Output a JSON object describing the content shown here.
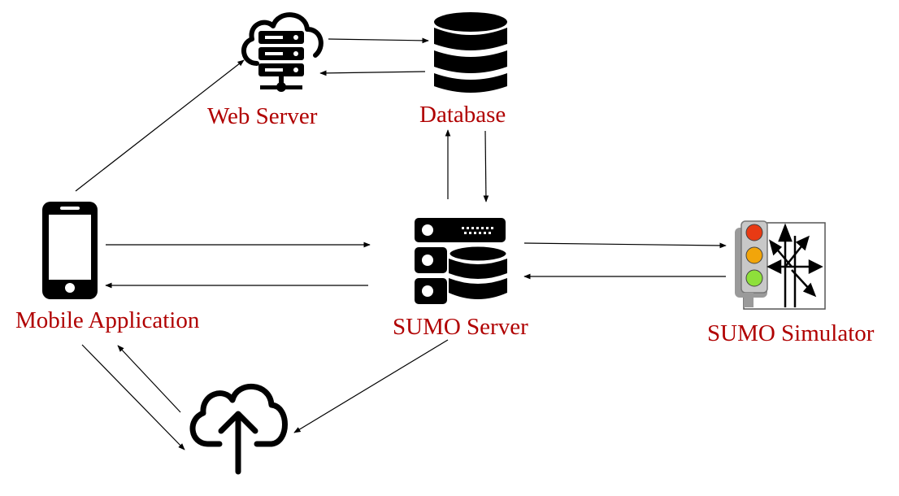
{
  "diagram": {
    "nodes": [
      {
        "id": "web_server",
        "label": "Web Server",
        "icon": "cloud-server-icon"
      },
      {
        "id": "database",
        "label": "Database",
        "icon": "database-icon"
      },
      {
        "id": "mobile_app",
        "label": "Mobile Application",
        "icon": "smartphone-icon"
      },
      {
        "id": "sumo_server",
        "label": "SUMO Server",
        "icon": "server-database-icon"
      },
      {
        "id": "sumo_simulator",
        "label": "SUMO Simulator",
        "icon": "traffic-light-icon"
      },
      {
        "id": "cloud_upload",
        "label": "",
        "icon": "cloud-upload-icon"
      }
    ],
    "edges": [
      {
        "from": "web_server",
        "to": "database"
      },
      {
        "from": "database",
        "to": "web_server"
      },
      {
        "from": "mobile_app",
        "to": "web_server"
      },
      {
        "from": "sumo_server",
        "to": "database"
      },
      {
        "from": "database",
        "to": "sumo_server"
      },
      {
        "from": "mobile_app",
        "to": "sumo_server"
      },
      {
        "from": "sumo_server",
        "to": "mobile_app"
      },
      {
        "from": "sumo_server",
        "to": "sumo_simulator"
      },
      {
        "from": "sumo_simulator",
        "to": "sumo_server"
      },
      {
        "from": "mobile_app",
        "to": "cloud_upload"
      },
      {
        "from": "cloud_upload",
        "to": "mobile_app"
      },
      {
        "from": "sumo_server",
        "to": "cloud_upload"
      }
    ],
    "label_color": "#b00000"
  }
}
